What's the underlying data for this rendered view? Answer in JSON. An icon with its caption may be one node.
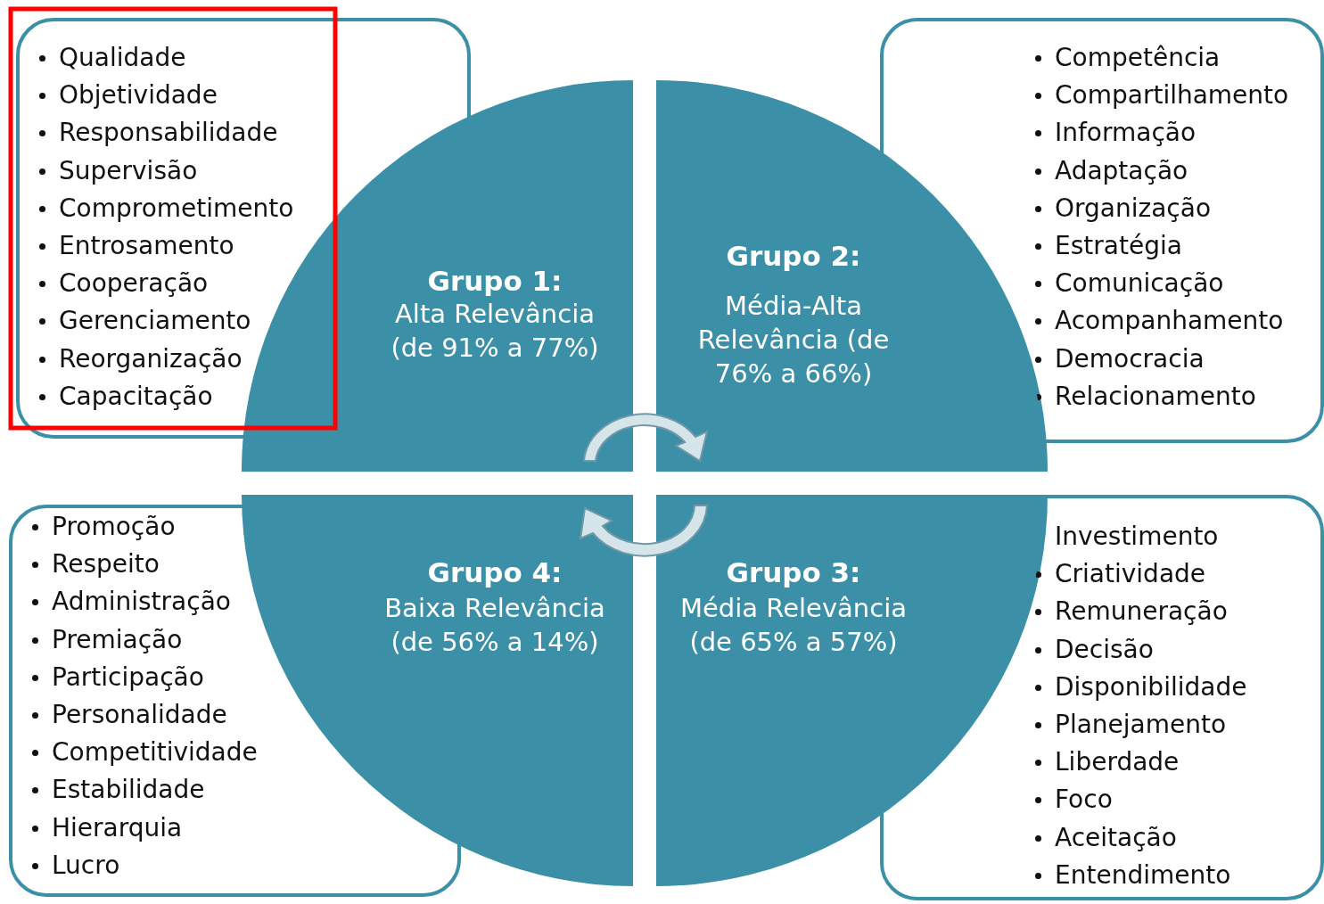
{
  "diagram": {
    "nodes": [
      {
        "text": [
          "Qualidade",
          "Objetividade",
          "Responsabilidade",
          "Supervisão",
          "Comprometimento",
          "Entrosamento",
          "Cooperação",
          "Gerenciamento",
          "Reorganização",
          "Capacitação"
        ]
      },
      {
        "text": [
          "Competência",
          "Compartilhamento",
          "Informação",
          "Adaptação",
          "Organização",
          "Estratégia",
          "Comunicação",
          "Acompanhamento",
          "Democracia",
          "Relacionamento"
        ]
      },
      {
        "text": [
          "Promoção",
          "Respeito",
          "Administração",
          "Premiação",
          "Participação",
          "Personalidade",
          "Competitividade",
          "Estabilidade",
          "Hierarquia",
          "Lucro"
        ]
      },
      {
        "text": [
          "Investimento",
          "Criatividade",
          "Remuneração",
          "Decisão",
          "Disponibilidade",
          "Planejamento",
          "Liberdade",
          "Foco",
          "Aceitação",
          "Entendimento"
        ]
      },
      {
        "text": [
          "Grupo 1:",
          "Alta Relevância (de 91% a 77%)"
        ]
      },
      {
        "text": [
          "Grupo 2:",
          "Média-Alta Relevância (de 76% a 66%)"
        ]
      },
      {
        "text": [
          "Grupo 4:",
          "Baixa Relevância (de 56% a 14%)"
        ]
      },
      {
        "text": [
          "Grupo 3:",
          "Média Relevância (de 65% a 57%)"
        ]
      }
    ],
    "edges": []
  }
}
